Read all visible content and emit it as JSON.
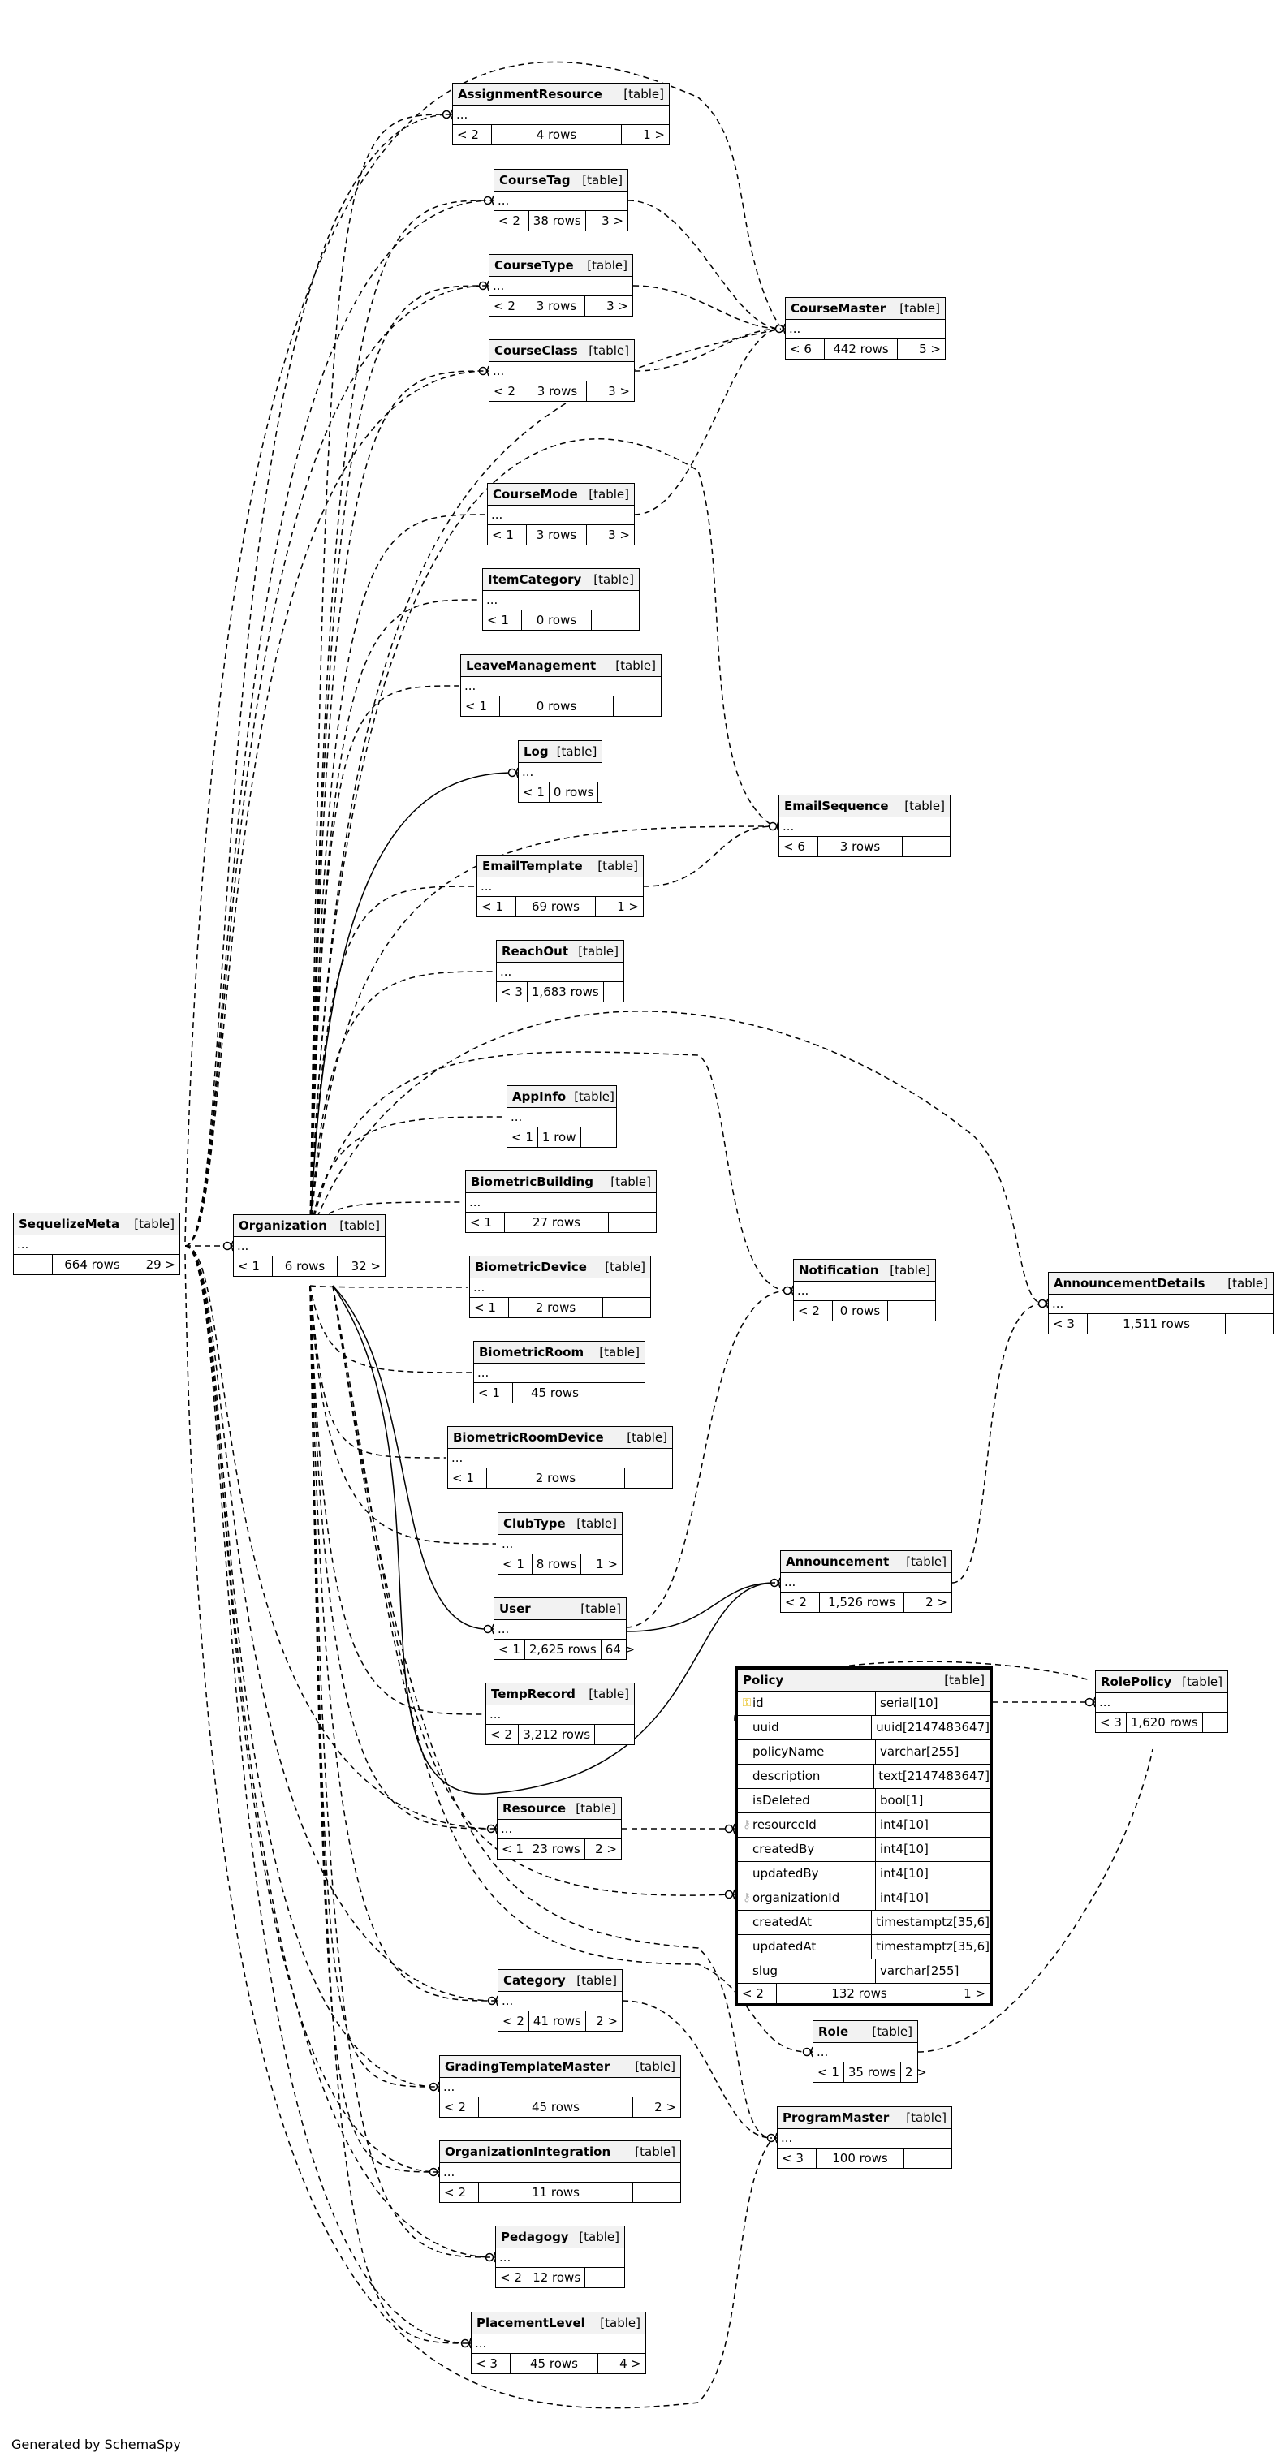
{
  "tables": {
    "AssignmentResource": {
      "name": "AssignmentResource",
      "type": "[table]",
      "dots": "...",
      "parents": "< 2",
      "rows": "4 rows",
      "children": "1 >"
    },
    "CourseTag": {
      "name": "CourseTag",
      "type": "[table]",
      "dots": "...",
      "parents": "< 2",
      "rows": "38 rows",
      "children": "3 >"
    },
    "CourseType": {
      "name": "CourseType",
      "type": "[table]",
      "dots": "...",
      "parents": "< 2",
      "rows": "3 rows",
      "children": "3 >"
    },
    "CourseClass": {
      "name": "CourseClass",
      "type": "[table]",
      "dots": "...",
      "parents": "< 2",
      "rows": "3 rows",
      "children": "3 >"
    },
    "CourseMaster": {
      "name": "CourseMaster",
      "type": "[table]",
      "dots": "...",
      "parents": "< 6",
      "rows": "442 rows",
      "children": "5 >"
    },
    "CourseMode": {
      "name": "CourseMode",
      "type": "[table]",
      "dots": "...",
      "parents": "< 1",
      "rows": "3 rows",
      "children": "3 >"
    },
    "ItemCategory": {
      "name": "ItemCategory",
      "type": "[table]",
      "dots": "...",
      "parents": "< 1",
      "rows": "0 rows",
      "children": ""
    },
    "LeaveManagement": {
      "name": "LeaveManagement",
      "type": "[table]",
      "dots": "...",
      "parents": "< 1",
      "rows": "0 rows",
      "children": ""
    },
    "Log": {
      "name": "Log",
      "type": "[table]",
      "dots": "...",
      "parents": "< 1",
      "rows": "0 rows",
      "children": ""
    },
    "EmailSequence": {
      "name": "EmailSequence",
      "type": "[table]",
      "dots": "...",
      "parents": "< 6",
      "rows": "3 rows",
      "children": ""
    },
    "EmailTemplate": {
      "name": "EmailTemplate",
      "type": "[table]",
      "dots": "...",
      "parents": "< 1",
      "rows": "69 rows",
      "children": "1 >"
    },
    "ReachOut": {
      "name": "ReachOut",
      "type": "[table]",
      "dots": "...",
      "parents": "< 3",
      "rows": "1,683 rows",
      "children": ""
    },
    "AppInfo": {
      "name": "AppInfo",
      "type": "[table]",
      "dots": "...",
      "parents": "< 1",
      "rows": "1 row",
      "children": ""
    },
    "BiometricBuilding": {
      "name": "BiometricBuilding",
      "type": "[table]",
      "dots": "...",
      "parents": "< 1",
      "rows": "27 rows",
      "children": ""
    },
    "SequelizeMeta": {
      "name": "SequelizeMeta",
      "type": "[table]",
      "dots": "...",
      "parents": "",
      "rows": "664 rows",
      "children": "29 >"
    },
    "Organization": {
      "name": "Organization",
      "type": "[table]",
      "dots": "...",
      "parents": "< 1",
      "rows": "6 rows",
      "children": "32 >"
    },
    "BiometricDevice": {
      "name": "BiometricDevice",
      "type": "[table]",
      "dots": "...",
      "parents": "< 1",
      "rows": "2 rows",
      "children": ""
    },
    "Notification": {
      "name": "Notification",
      "type": "[table]",
      "dots": "...",
      "parents": "< 2",
      "rows": "0 rows",
      "children": ""
    },
    "AnnouncementDetails": {
      "name": "AnnouncementDetails",
      "type": "[table]",
      "dots": "...",
      "parents": "< 3",
      "rows": "1,511 rows",
      "children": ""
    },
    "BiometricRoom": {
      "name": "BiometricRoom",
      "type": "[table]",
      "dots": "...",
      "parents": "< 1",
      "rows": "45 rows",
      "children": ""
    },
    "BiometricRoomDevice": {
      "name": "BiometricRoomDevice",
      "type": "[table]",
      "dots": "...",
      "parents": "< 1",
      "rows": "2 rows",
      "children": ""
    },
    "ClubType": {
      "name": "ClubType",
      "type": "[table]",
      "dots": "...",
      "parents": "< 1",
      "rows": "8 rows",
      "children": "1 >"
    },
    "Announcement": {
      "name": "Announcement",
      "type": "[table]",
      "dots": "...",
      "parents": "< 2",
      "rows": "1,526 rows",
      "children": "2 >"
    },
    "User": {
      "name": "User",
      "type": "[table]",
      "dots": "...",
      "parents": "< 1",
      "rows": "2,625 rows",
      "children": "64 >"
    },
    "RolePolicy": {
      "name": "RolePolicy",
      "type": "[table]",
      "dots": "...",
      "parents": "< 3",
      "rows": "1,620 rows",
      "children": ""
    },
    "TempRecord": {
      "name": "TempRecord",
      "type": "[table]",
      "dots": "...",
      "parents": "< 2",
      "rows": "3,212 rows",
      "children": ""
    },
    "Resource": {
      "name": "Resource",
      "type": "[table]",
      "dots": "...",
      "parents": "< 1",
      "rows": "23 rows",
      "children": "2 >"
    },
    "Category": {
      "name": "Category",
      "type": "[table]",
      "dots": "...",
      "parents": "< 2",
      "rows": "41 rows",
      "children": "2 >"
    },
    "Role": {
      "name": "Role",
      "type": "[table]",
      "dots": "...",
      "parents": "< 1",
      "rows": "35 rows",
      "children": "2 >"
    },
    "GradingTemplateMaster": {
      "name": "GradingTemplateMaster",
      "type": "[table]",
      "dots": "...",
      "parents": "< 2",
      "rows": "45 rows",
      "children": "2 >"
    },
    "ProgramMaster": {
      "name": "ProgramMaster",
      "type": "[table]",
      "dots": "...",
      "parents": "< 3",
      "rows": "100 rows",
      "children": ""
    },
    "OrganizationIntegration": {
      "name": "OrganizationIntegration",
      "type": "[table]",
      "dots": "...",
      "parents": "< 2",
      "rows": "11 rows",
      "children": ""
    },
    "Pedagogy": {
      "name": "Pedagogy",
      "type": "[table]",
      "dots": "...",
      "parents": "< 2",
      "rows": "12 rows",
      "children": ""
    },
    "PlacementLevel": {
      "name": "PlacementLevel",
      "type": "[table]",
      "dots": "...",
      "parents": "< 3",
      "rows": "45 rows",
      "children": "4 >"
    }
  },
  "policy": {
    "name": "Policy",
    "type": "[table]",
    "columns": [
      {
        "name": "id",
        "type": "serial[10]",
        "key": "pk"
      },
      {
        "name": "uuid",
        "type": "uuid[2147483647]",
        "key": ""
      },
      {
        "name": "policyName",
        "type": "varchar[255]",
        "key": ""
      },
      {
        "name": "description",
        "type": "text[2147483647]",
        "key": ""
      },
      {
        "name": "isDeleted",
        "type": "bool[1]",
        "key": ""
      },
      {
        "name": "resourceId",
        "type": "int4[10]",
        "key": "fk"
      },
      {
        "name": "createdBy",
        "type": "int4[10]",
        "key": ""
      },
      {
        "name": "updatedBy",
        "type": "int4[10]",
        "key": ""
      },
      {
        "name": "organizationId",
        "type": "int4[10]",
        "key": "fk"
      },
      {
        "name": "createdAt",
        "type": "timestamptz[35,6]",
        "key": ""
      },
      {
        "name": "updatedAt",
        "type": "timestamptz[35,6]",
        "key": ""
      },
      {
        "name": "slug",
        "type": "varchar[255]",
        "key": ""
      }
    ],
    "parents": "< 2",
    "rows": "132 rows",
    "children": "1 >"
  },
  "footer_text": "Generated by SchemaSpy"
}
